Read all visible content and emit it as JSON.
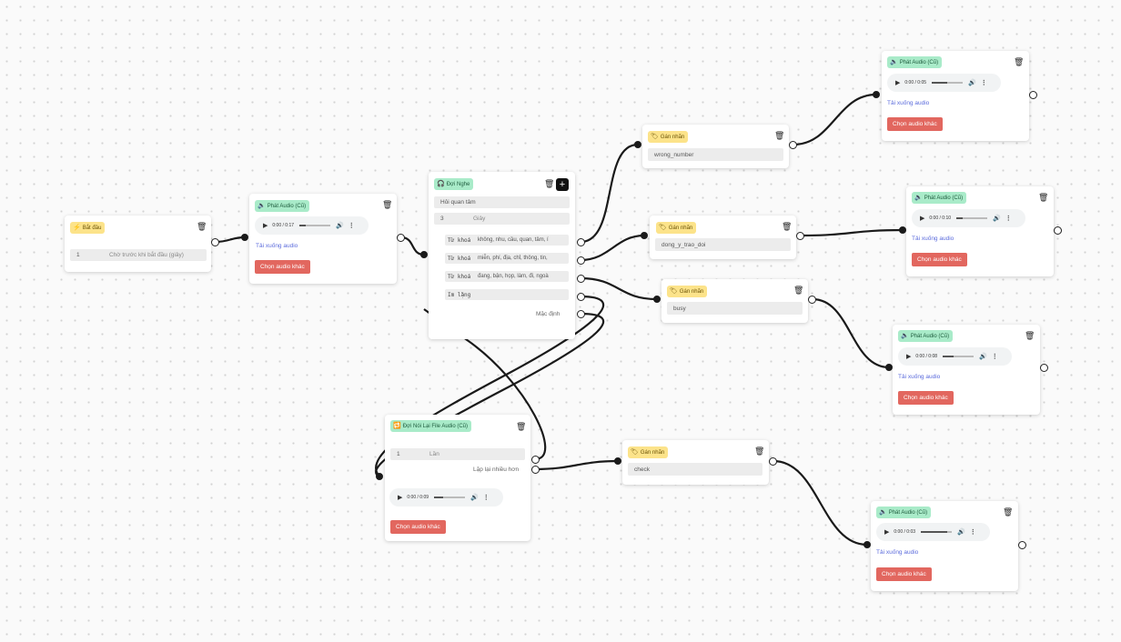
{
  "start_node": {
    "tag": "Bắt đầu",
    "field_value": "1",
    "field_suffix": "Chờ trước khi bắt đầu (giây)"
  },
  "play_audio_1": {
    "tag": "Phát Audio (Cũ)",
    "time": "0:00 / 0:17",
    "progress": 0.2,
    "download": "Tải xuống audio",
    "choose": "Chọn audio khác"
  },
  "listen_node": {
    "tag": "Đợi Nghe",
    "input_value": "Hỏi quan tâm",
    "wait_value": "3",
    "wait_unit": "Giây",
    "keyword_label": "Từ khoá",
    "keywords": [
      "không, nhu, cầu, quan, tâm, í",
      "miễn, phí, địa, chỉ, thông, tin,",
      "đang, bận, họp, làm, đi, ngoà"
    ],
    "silence_label": "Im lặng",
    "default_label": "Mặc định"
  },
  "label_1": {
    "tag": "Gán nhãn",
    "value": "wrong_number"
  },
  "label_2": {
    "tag": "Gán nhãn",
    "value": "dong_y_trao_doi"
  },
  "label_3": {
    "tag": "Gán nhãn",
    "value": "busy"
  },
  "label_4": {
    "tag": "Gán nhãn",
    "value": "check"
  },
  "play_audio_2": {
    "tag": "Phát Audio (Cũ)",
    "time": "0:00 / 0:05",
    "progress": 0.5,
    "download": "Tải xuống audio",
    "choose": "Chọn audio khác"
  },
  "play_audio_3": {
    "tag": "Phát Audio (Cũ)",
    "time": "0:00 / 0:10",
    "progress": 0.2,
    "download": "Tải xuống audio",
    "choose": "Chọn audio khác"
  },
  "play_audio_4": {
    "tag": "Phát Audio (Cũ)",
    "time": "0:00 / 0:08",
    "progress": 0.35,
    "download": "Tải xuống audio",
    "choose": "Chọn audio khác"
  },
  "play_audio_5": {
    "tag": "Phát Audio (Cũ)",
    "time": "0:00 / 0:03",
    "progress": 0.85,
    "download": "Tải xuống audio",
    "choose": "Chọn audio khác"
  },
  "repeat_node": {
    "tag": "Đợi Nói Lại File Audio (Cũ)",
    "count_value": "1",
    "count_unit": "Lần",
    "repeat_label": "Lặp lại nhiều hơn",
    "time": "0:00 / 0:09",
    "progress": 0.3,
    "choose": "Chọn audio khác"
  }
}
